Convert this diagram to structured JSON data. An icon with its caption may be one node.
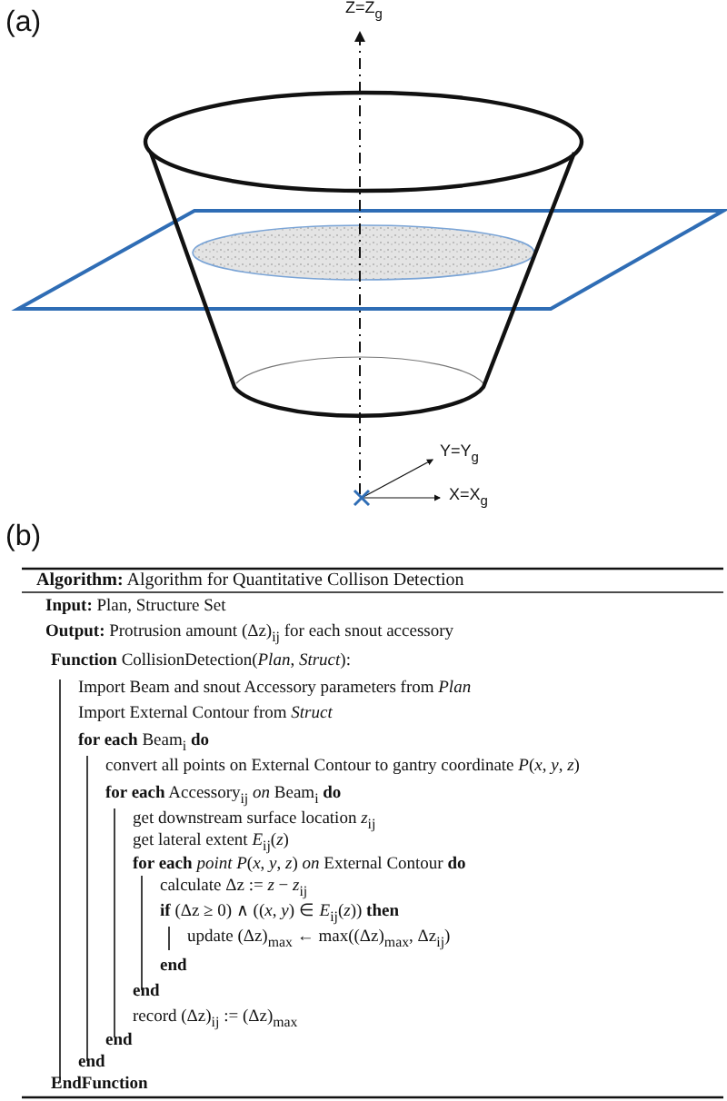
{
  "diagram": {
    "labels": [
      "(a)",
      "Z=Z$_{g}$",
      "Y=Y$_{g}$",
      "X=X$_{g}$",
      "(b)",
      "**Algorithm:** Algorithm for Quantitative Collison Detection",
      "**Input:** Plan, Structure Set",
      "**Output:** Protrusion amount (Δz)$_{ij}$ for each snout accessory",
      "**Function** CollisionDetection(*Plan*, *Struct*):",
      "Import Beam and snout Accessory parameters from *Plan*",
      "Import External Contour from *Struct*",
      "**for each** Beam$_{i}$ **do**",
      "convert all points on External Contour to gantry coordinate *P*(*x*, *y*, *z*)",
      "**for each** Accessory$_{ij}$ *on* Beam$_{i}$ **do**",
      "get downstream surface location *z*$_{ij}$",
      "get lateral extent *E*$_{ij}$(*z*)",
      "**for each** *point P*(*x*, *y*, *z*) *on* External Contour **do**",
      "calculate Δz := *z* − *z*$_{ij}$",
      "**if** (Δz ≥ 0) ∧ ((*x*, *y*) ∈ *E*$_{ij}$(*z*)) **then**",
      "update (Δz)$_{max}$ ← max((Δz)$_{max}$, Δz$_{ij}$)",
      "**end**",
      "**end**",
      "record (Δz)$_{ij}$ := (Δz)$_{max}$",
      "**end**",
      "**end**",
      "**EndFunction**"
    ]
  }
}
